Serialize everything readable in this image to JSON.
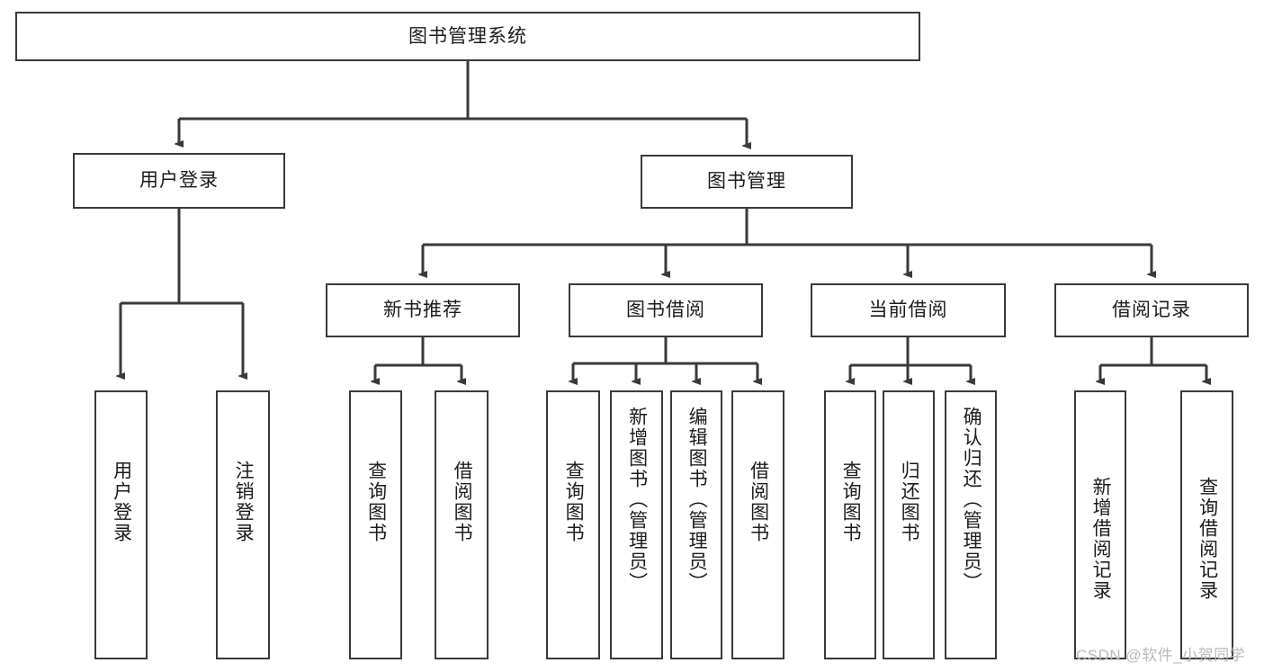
{
  "diagram": {
    "title": "图书管理系统",
    "type": "tree-hierarchy",
    "watermark": "CSDN @软件_小贺同学",
    "colors": {
      "background": "#ffffff",
      "border": "#3a3a3a",
      "text": "#1b1b1b",
      "edge": "#3a3a3a",
      "watermark": "#b9b9b9"
    },
    "levels": {
      "root": "图书管理系统",
      "level2": [
        "用户登录",
        "图书管理"
      ],
      "level3": [
        "新书推荐",
        "图书借阅",
        "当前借阅",
        "借阅记录"
      ]
    },
    "nodes": {
      "root": {
        "label": "图书管理系统"
      },
      "user_login": {
        "label": "用户登录"
      },
      "book_manage": {
        "label": "图书管理"
      },
      "new_book_rec": {
        "label": "新书推荐"
      },
      "book_borrow": {
        "label": "图书借阅"
      },
      "current_borrow": {
        "label": "当前借阅"
      },
      "borrow_record": {
        "label": "借阅记录"
      },
      "leaf_user_login": {
        "label": "用户登录"
      },
      "leaf_logout": {
        "label": "注销登录"
      },
      "leaf_query_book_1": {
        "label": "查询图书"
      },
      "leaf_borrow_book_1": {
        "label": "借阅图书"
      },
      "leaf_query_book_2": {
        "label": "查询图书"
      },
      "leaf_add_book_admin": {
        "label": "新增图书（管理员）"
      },
      "leaf_edit_book_admin": {
        "label": "编辑图书（管理员）"
      },
      "leaf_borrow_book_2": {
        "label": "借阅图书"
      },
      "leaf_query_book_3": {
        "label": "查询图书"
      },
      "leaf_return_book": {
        "label": "归还图书"
      },
      "leaf_confirm_return_admin": {
        "label": "确认归还（管理员）"
      },
      "leaf_add_borrow_record": {
        "label": "新增借阅记录"
      },
      "leaf_query_borrow_record": {
        "label": "查询借阅记录"
      }
    },
    "edges": [
      {
        "from": "root",
        "to": "user_login"
      },
      {
        "from": "root",
        "to": "book_manage"
      },
      {
        "from": "user_login",
        "to": "leaf_user_login"
      },
      {
        "from": "user_login",
        "to": "leaf_logout"
      },
      {
        "from": "book_manage",
        "to": "new_book_rec"
      },
      {
        "from": "book_manage",
        "to": "book_borrow"
      },
      {
        "from": "book_manage",
        "to": "current_borrow"
      },
      {
        "from": "book_manage",
        "to": "borrow_record"
      },
      {
        "from": "new_book_rec",
        "to": "leaf_query_book_1"
      },
      {
        "from": "new_book_rec",
        "to": "leaf_borrow_book_1"
      },
      {
        "from": "book_borrow",
        "to": "leaf_query_book_2"
      },
      {
        "from": "book_borrow",
        "to": "leaf_add_book_admin"
      },
      {
        "from": "book_borrow",
        "to": "leaf_edit_book_admin"
      },
      {
        "from": "book_borrow",
        "to": "leaf_borrow_book_2"
      },
      {
        "from": "current_borrow",
        "to": "leaf_query_book_3"
      },
      {
        "from": "current_borrow",
        "to": "leaf_return_book"
      },
      {
        "from": "current_borrow",
        "to": "leaf_confirm_return_admin"
      },
      {
        "from": "borrow_record",
        "to": "leaf_add_borrow_record"
      },
      {
        "from": "borrow_record",
        "to": "leaf_query_borrow_record"
      }
    ]
  }
}
